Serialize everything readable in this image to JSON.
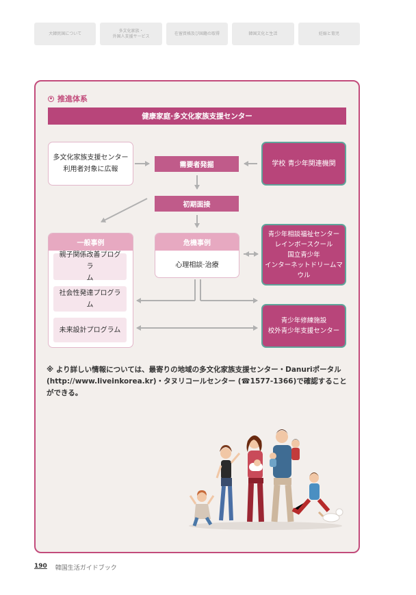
{
  "tabs": [
    "大韓民国について",
    "多文化家族・\n外国人支援サービス",
    "在留資格及び国籍の取得",
    "韓国文化と生活",
    "妊娠と育児"
  ],
  "section_title": "推進体系",
  "header_bar": "健康家庭·多文化家族支援センター",
  "boxes": {
    "promo": "多文化家族支援センター\n利用者対象に広報",
    "needs": "需要者発掘",
    "schools": "学校 青少年関連機関",
    "initial": "初期面接",
    "youth_orgs": "青少年相談福祉センター\nレインボースクール\n国立青少年\nインターネットドリームマ\nウル",
    "training": "青少年修練施設\n校外青少年支援センター"
  },
  "general": {
    "title": "一般事例",
    "items": [
      "親子関係改善プログラ\nム",
      "社会性発達プログラム",
      "未来設計プログラム"
    ]
  },
  "crisis": {
    "title": "危機事例",
    "body": "心理相談·治療"
  },
  "note": "※ より詳しい情報については、最寄りの地域の多文化家族支援センター・Danuriポータル(http://www.liveinkorea.kr)・タヌリコールセンター (☎1577-1366)で確認することができる。",
  "colors": {
    "accent": "#b8457a",
    "border": "#c24b7b",
    "teal": "#5fa59b",
    "panel_bg": "#f3efec"
  },
  "footer": {
    "page": "190",
    "book": "韓国生活ガイドブック"
  }
}
